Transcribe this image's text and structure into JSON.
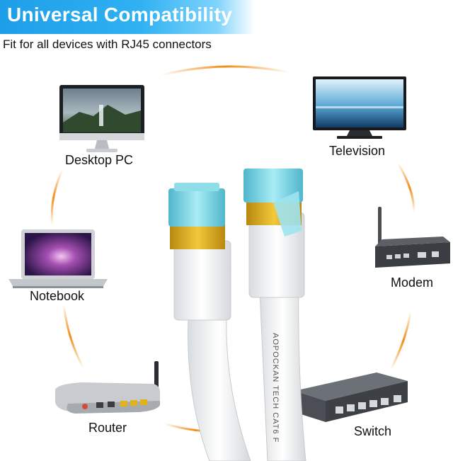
{
  "banner": {
    "title": "Universal Compatibility",
    "subtitle": "Fit for all devices with RJ45 connectors"
  },
  "devices": [
    {
      "label": "Desktop PC",
      "icon": "desktop-pc-icon"
    },
    {
      "label": "Television",
      "icon": "television-icon"
    },
    {
      "label": "Notebook",
      "icon": "notebook-icon"
    },
    {
      "label": "Modem",
      "icon": "modem-icon"
    },
    {
      "label": "Router",
      "icon": "router-icon"
    },
    {
      "label": "Switch",
      "icon": "switch-icon"
    }
  ],
  "cable": {
    "print": "AOPOCKAN TECH  CAT6  F",
    "color": "#ffffff",
    "connector_color": "#7fd6e6",
    "shield_color": "#e8b720"
  },
  "colors": {
    "accent": "#1e9ee8",
    "ring": "#f28c14"
  }
}
